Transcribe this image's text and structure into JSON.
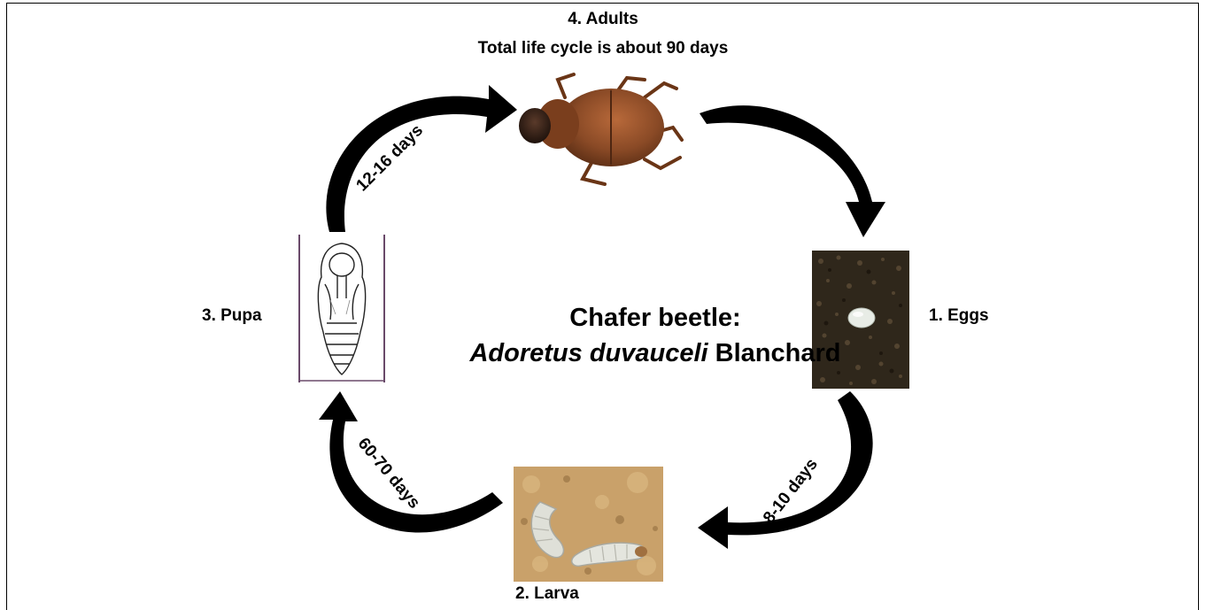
{
  "stages": {
    "adults": {
      "label": "4. Adults",
      "subtitle": "Total life cycle is about 90 days"
    },
    "eggs": {
      "label": "1. Eggs"
    },
    "larva": {
      "label": "2. Larva"
    },
    "pupa": {
      "label": "3. Pupa"
    }
  },
  "center": {
    "title": "Chafer beetle:",
    "genus": "Adoretus duvauceli",
    "author": "Blanchard"
  },
  "durations": {
    "eggs_to_larva": "8-10 days",
    "larva_to_pupa": "60-70 days",
    "pupa_to_adult": "12-16 days"
  },
  "colors": {
    "arrow": "#000000",
    "beetle": "#8a4a26",
    "soil_dark": "#2f271b",
    "soil_sand": "#c9a16a",
    "egg": "#e8ece6"
  }
}
